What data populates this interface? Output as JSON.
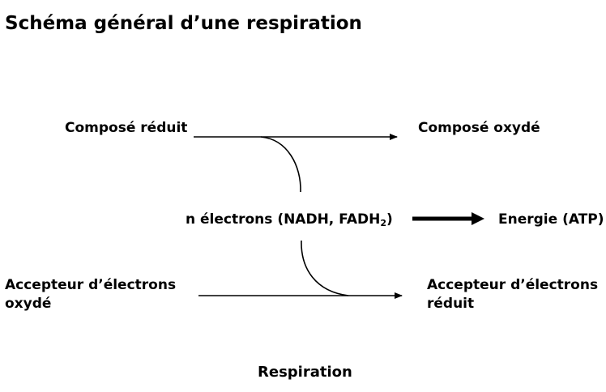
{
  "title": "Schéma général d’une respiration",
  "left": {
    "reduced_compound": "Composé réduit",
    "acceptor_line1": "Accepteur d’électrons",
    "acceptor_line2": "oxydé"
  },
  "right": {
    "oxidized_compound": "Composé oxydé",
    "acceptor_line1": "Accepteur d’électrons",
    "acceptor_line2": "réduit"
  },
  "middle": {
    "electrons_prefix": "n électrons (NADH, FADH",
    "electrons_subscript": "2",
    "electrons_suffix": ")",
    "energy": "Energie (ATP)"
  },
  "footer": "Respiration"
}
